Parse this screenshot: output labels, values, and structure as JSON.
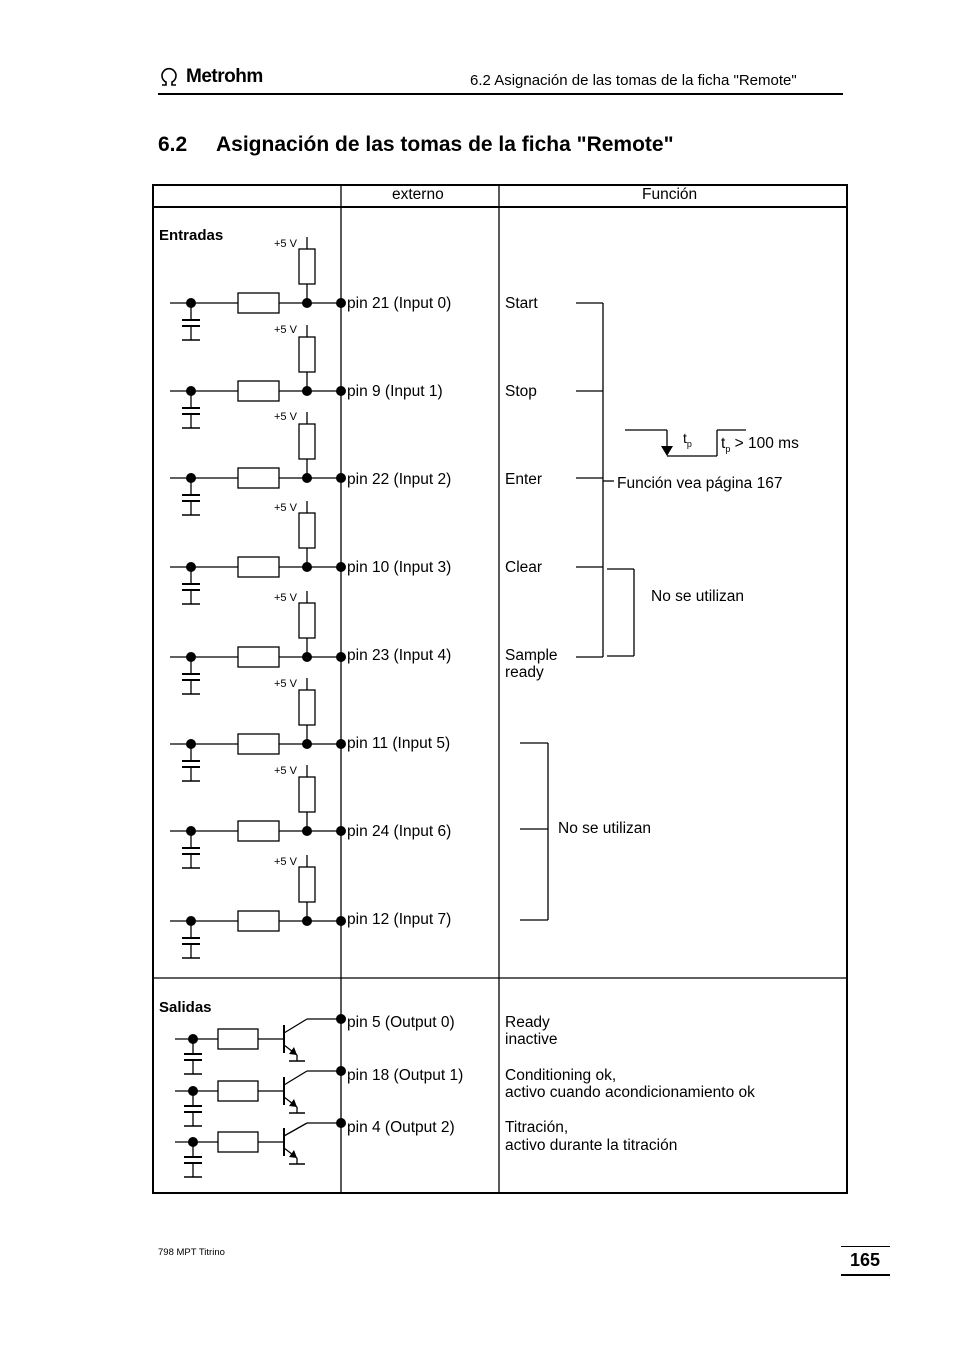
{
  "header": {
    "brand": "Metrohm",
    "section_title": "6.2 Asignación de las tomas de la ficha \"Remote\""
  },
  "title": {
    "number": "6.2",
    "text": "Asignación de las tomas de la ficha \"Remote\""
  },
  "table": {
    "col_externo": "externo",
    "col_funcion": "Función",
    "inputs_label": "Entradas",
    "outputs_label": "Salidas",
    "supply_label": "+5 V",
    "inputs": [
      {
        "pin": "pin 21 (Input 0)",
        "function": "Start"
      },
      {
        "pin": "pin 9 (Input 1)",
        "function": "Stop"
      },
      {
        "pin": "pin 22 (Input 2)",
        "function": "Enter"
      },
      {
        "pin": "pin 10 (Input 3)",
        "function": "Clear"
      },
      {
        "pin": "pin 23 (Input 4)",
        "function": "Sample",
        "function2": "ready"
      },
      {
        "pin": "pin 11 (Input 5)",
        "function": ""
      },
      {
        "pin": "pin 24 (Input 6)",
        "function": ""
      },
      {
        "pin": "pin 12 (Input 7)",
        "function": ""
      }
    ],
    "pulse": {
      "tp": "t",
      "tp_sub": "p",
      "tp_cond_sub": "p",
      "tp_cond": "> 100 ms",
      "note": "Función vea página 167"
    },
    "not_used_1": "No se utilizan",
    "not_used_2": "No se utilizan",
    "outputs": [
      {
        "pin": "pin 5 (Output 0)",
        "function": "Ready",
        "function2": "inactive"
      },
      {
        "pin": "pin 18 (Output 1)",
        "function": "Conditioning ok,",
        "function2": "activo cuando acondicionamiento ok"
      },
      {
        "pin": "pin 4 (Output 2)",
        "function": "Titración,",
        "function2": "activo durante la titración"
      }
    ]
  },
  "footer": {
    "model": "798 MPT Titrino",
    "page": "165"
  }
}
